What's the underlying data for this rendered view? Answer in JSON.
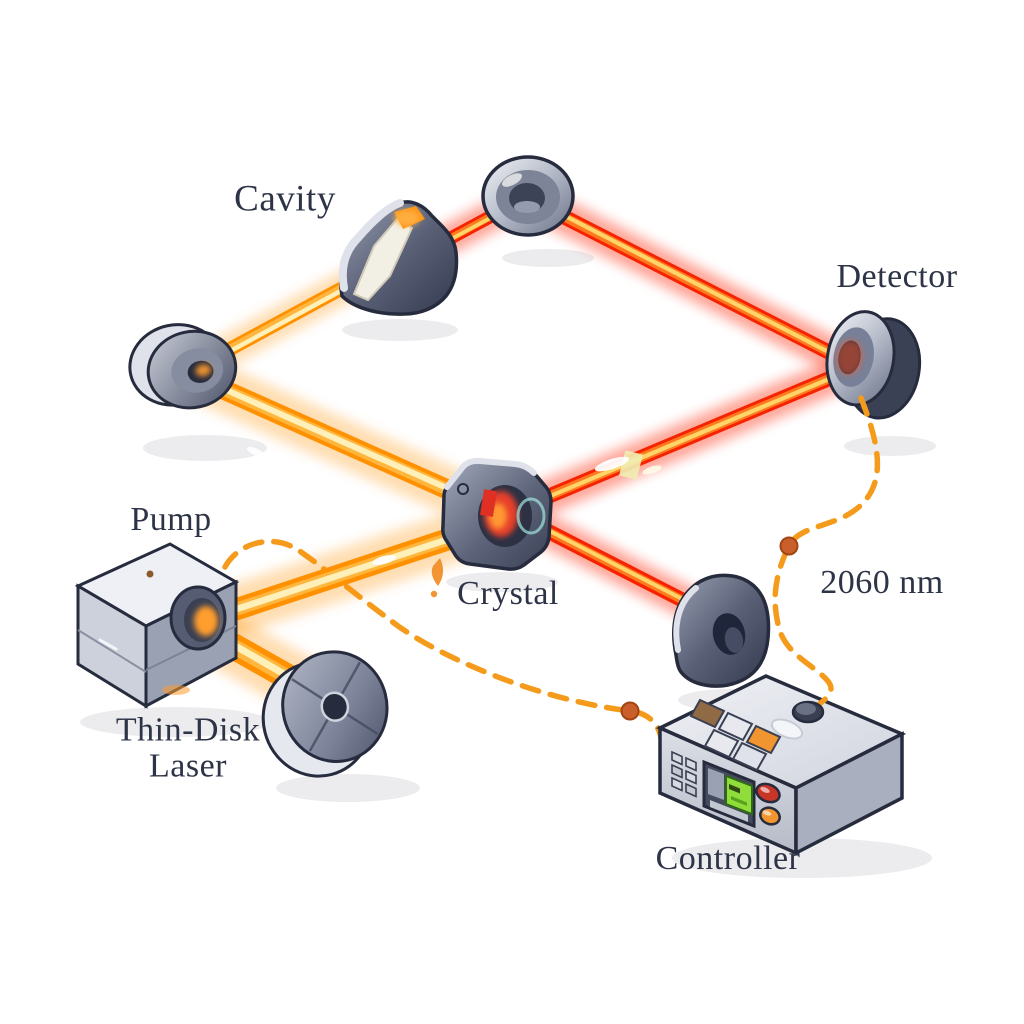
{
  "labels": {
    "cavity": "Cavity",
    "detector": "Detector",
    "pump": "Pump",
    "crystal": "Crystal",
    "wavelength": "2060 nm",
    "thin_disk_line1": "Thin-Disk",
    "thin_disk_line2": "Laser",
    "controller": "Controller"
  },
  "colors": {
    "background": "#ffffff",
    "label_text": "#2e3447",
    "beam_orange": "#ff9100",
    "beam_orange_core": "#fff3c0",
    "beam_red": "#f52300",
    "beam_red_core": "#ffd96e",
    "cable_orange": "#f59b1c",
    "cable_node": "#c95f2b",
    "metal_light": "#e9ebf1",
    "metal_mid": "#a8aebd",
    "metal_dark": "#454b61",
    "outline": "#262b3d",
    "screen_green": "#8fdc3a",
    "button_red": "#c93526",
    "button_orange": "#f0952f"
  }
}
